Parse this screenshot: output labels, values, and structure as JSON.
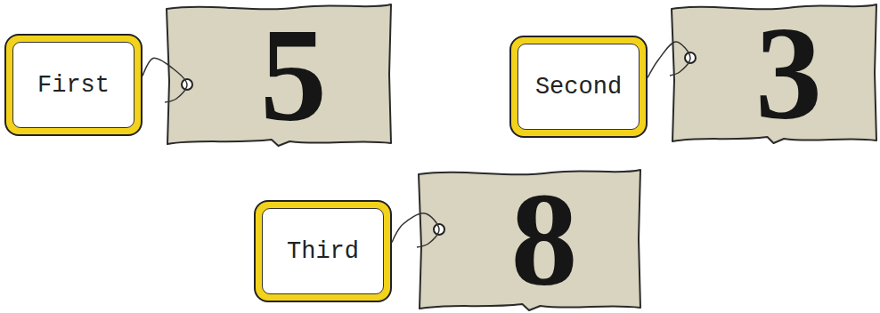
{
  "diagram": {
    "nodes": [
      {
        "text": [
          "First"
        ]
      },
      {
        "text": [
          "5"
        ]
      },
      {
        "text": [
          "Second"
        ]
      },
      {
        "text": [
          "3"
        ]
      },
      {
        "text": [
          "Third"
        ]
      },
      {
        "text": [
          "8"
        ]
      }
    ],
    "edges": [
      {
        "from": 0,
        "to": 1,
        "arrow": "none"
      },
      {
        "from": 2,
        "to": 3,
        "arrow": "none"
      },
      {
        "from": 4,
        "to": 5,
        "arrow": "none"
      }
    ]
  }
}
